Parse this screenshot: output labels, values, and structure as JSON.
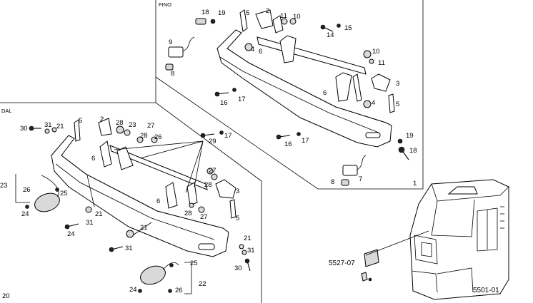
{
  "panel_top": {
    "corner_label": "FINO",
    "panel_number": "1",
    "callouts": [
      "18",
      "19",
      "5",
      "2",
      "11",
      "10",
      "15",
      "14",
      "9",
      "4",
      "6",
      "8",
      "10",
      "11",
      "3",
      "6",
      "16",
      "17",
      "4",
      "5",
      "19",
      "18",
      "16",
      "17",
      "8",
      "7"
    ]
  },
  "panel_left": {
    "corner_label": "DAL",
    "panel_number": "20",
    "callouts": [
      "30",
      "31",
      "21",
      "5",
      "2",
      "28",
      "23",
      "28",
      "26",
      "27",
      "29",
      "17",
      "6",
      "27",
      "28",
      "23",
      "26",
      "25",
      "24",
      "21",
      "31",
      "24",
      "6",
      "28",
      "27",
      "3",
      "5",
      "21",
      "31",
      "21",
      "31",
      "30",
      "25",
      "22",
      "24",
      "26"
    ]
  },
  "cab": {
    "reference_left": "5527-07",
    "reference_right": "5501-01"
  }
}
